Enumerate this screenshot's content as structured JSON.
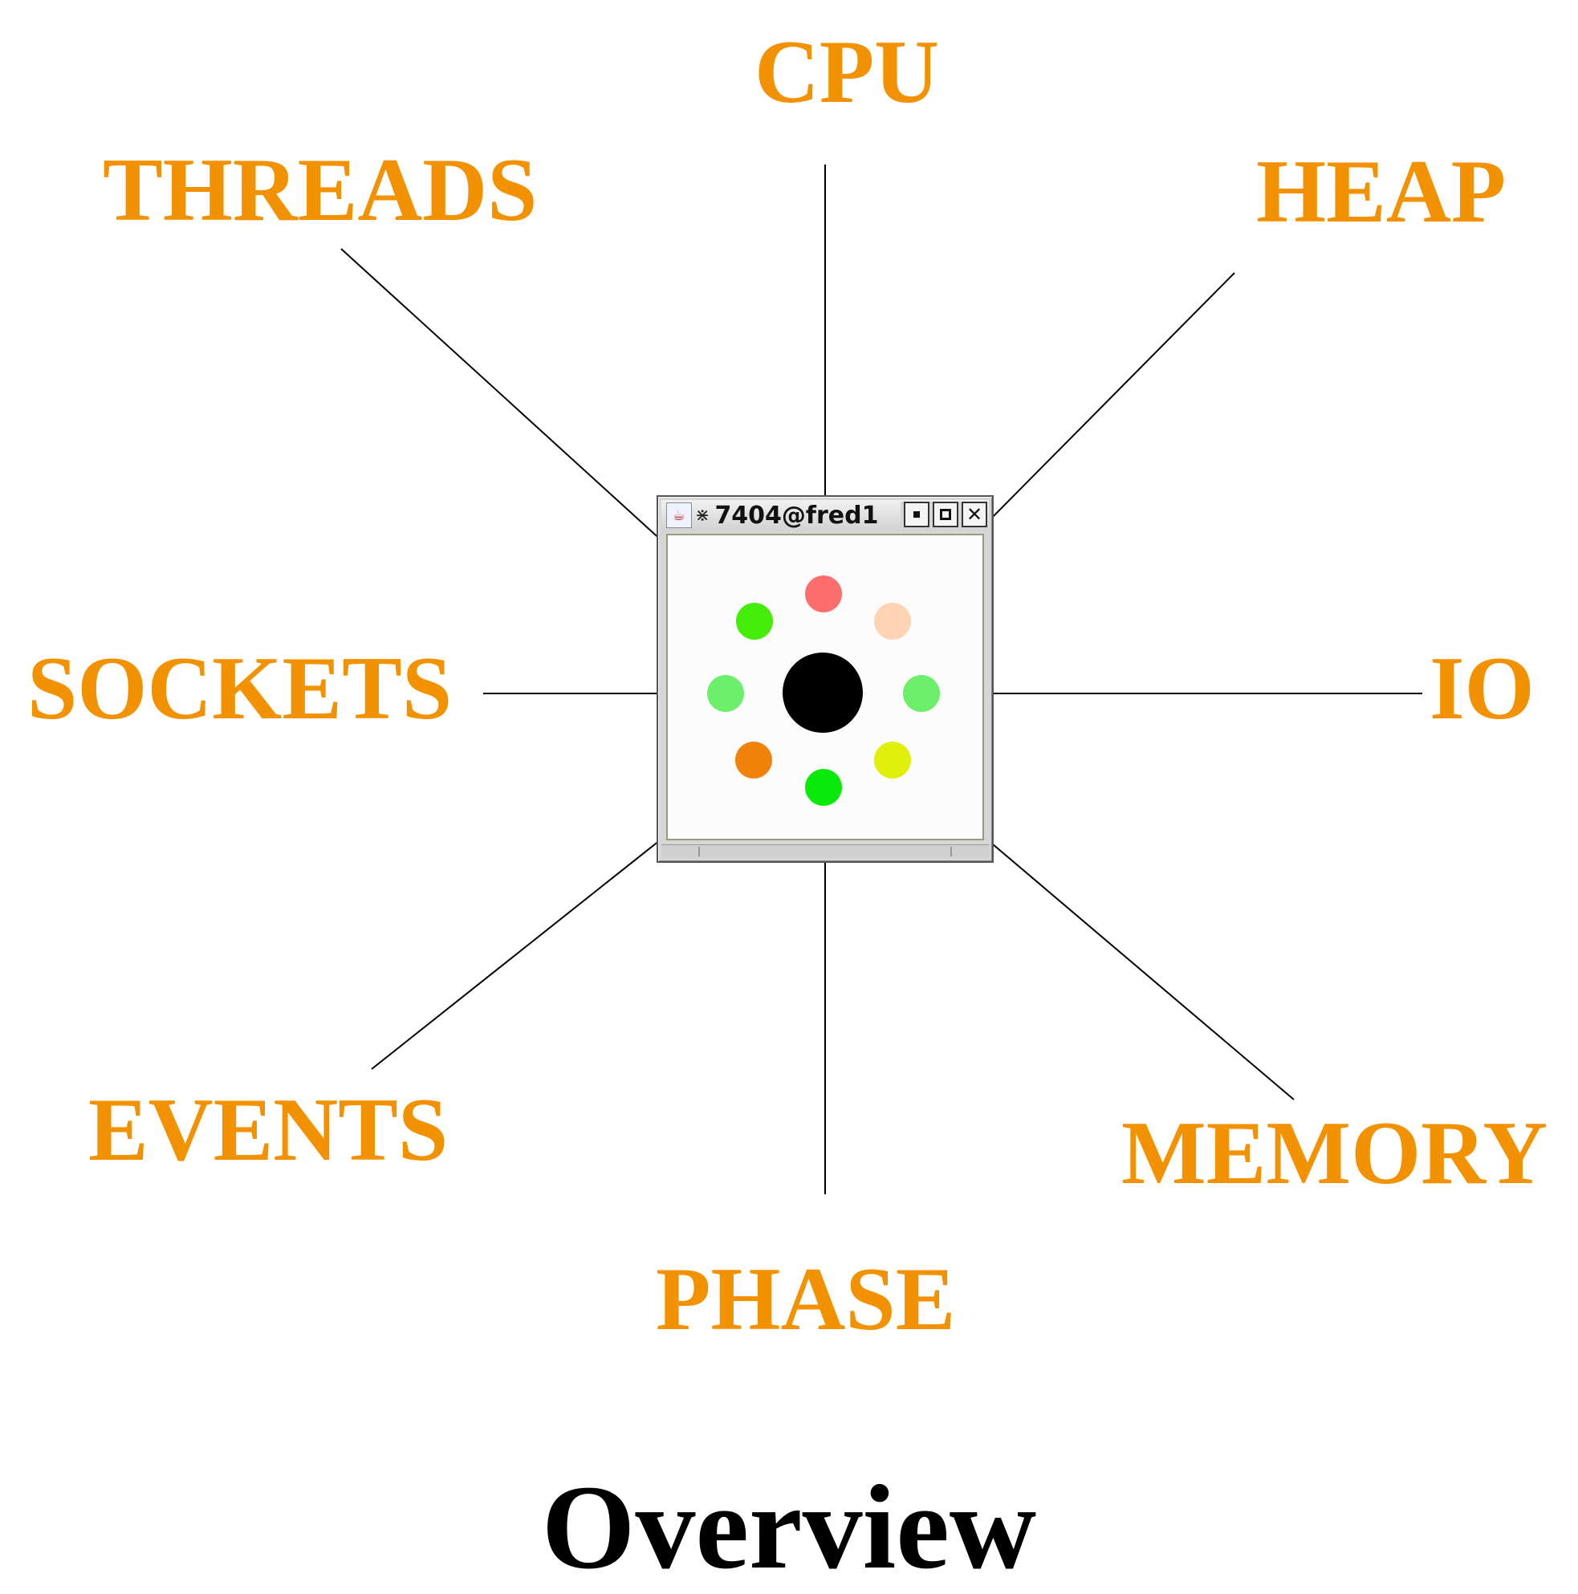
{
  "labels": {
    "cpu": "CPU",
    "threads": "THREADS",
    "heap": "HEAP",
    "sockets": "SOCKETS",
    "io": "IO",
    "events": "EVENTS",
    "memory": "MEMORY",
    "phase": "PHASE"
  },
  "window": {
    "title": "7404@fred1"
  },
  "indicators": {
    "cpu": "#ff6e6e",
    "heap": "#ffd4b4",
    "threads": "#44ee0a",
    "sockets": "#6cf06c",
    "io": "#6cf06c",
    "events": "#f0820a",
    "memory": "#e0f00a",
    "phase": "#0aea0a",
    "center": "#000000"
  },
  "colors": {
    "label": "#f39200",
    "line": "#000000"
  },
  "footer": {
    "title": "Overview"
  }
}
